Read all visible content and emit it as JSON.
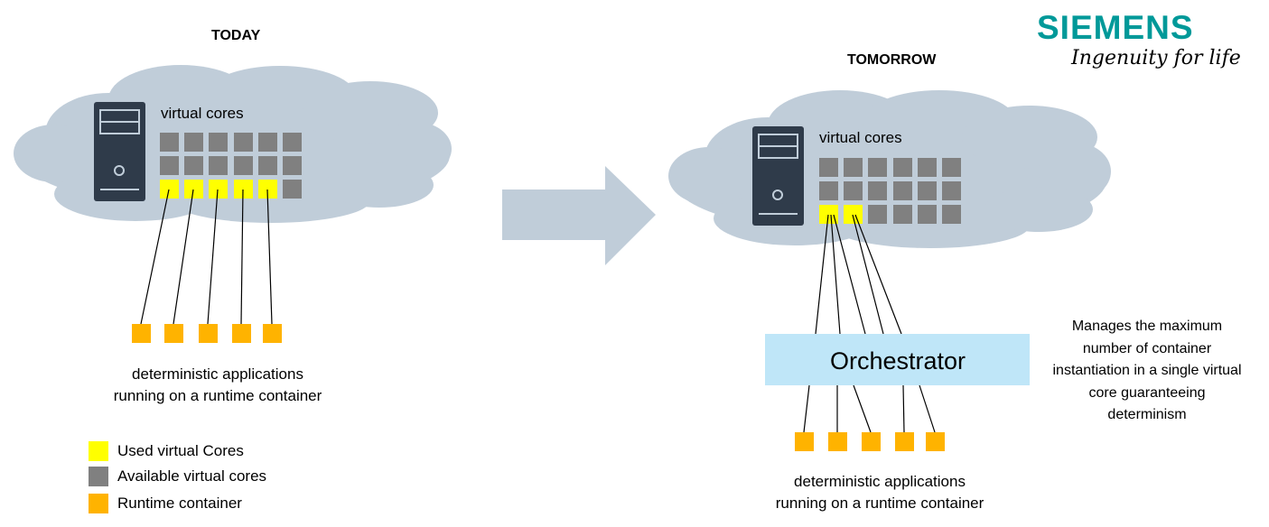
{
  "logo": {
    "wordmark": "SIEMENS",
    "tagline": "Ingenuity for life",
    "color": "#009999"
  },
  "today": {
    "heading": "TODAY",
    "cloud_label": "virtual cores",
    "caption_line1": "deterministic applications",
    "caption_line2": "running on a runtime container"
  },
  "tomorrow": {
    "heading": "TOMORROW",
    "cloud_label": "virtual cores",
    "orchestrator_label": "Orchestrator",
    "caption_line1": "deterministic applications",
    "caption_line2": "running on a runtime container"
  },
  "legend": [
    {
      "label": "Used virtual Cores",
      "color": "#ffff00"
    },
    {
      "label": "Available virtual cores",
      "color": "#808080"
    },
    {
      "label": "Runtime container",
      "color": "#ffb300"
    }
  ],
  "orchestrator_note": [
    "Manages the maximum",
    "number of container",
    "instantiation in a single virtual",
    "core guaranteeing",
    "determinism"
  ],
  "colors": {
    "cloud": "#c0cdd9",
    "server": "#2f3b4a",
    "core_available": "#808080",
    "core_used": "#ffff00",
    "container": "#ffb300",
    "orchestrator": "#bfe6f8",
    "arrow": "#c0cdd9"
  }
}
